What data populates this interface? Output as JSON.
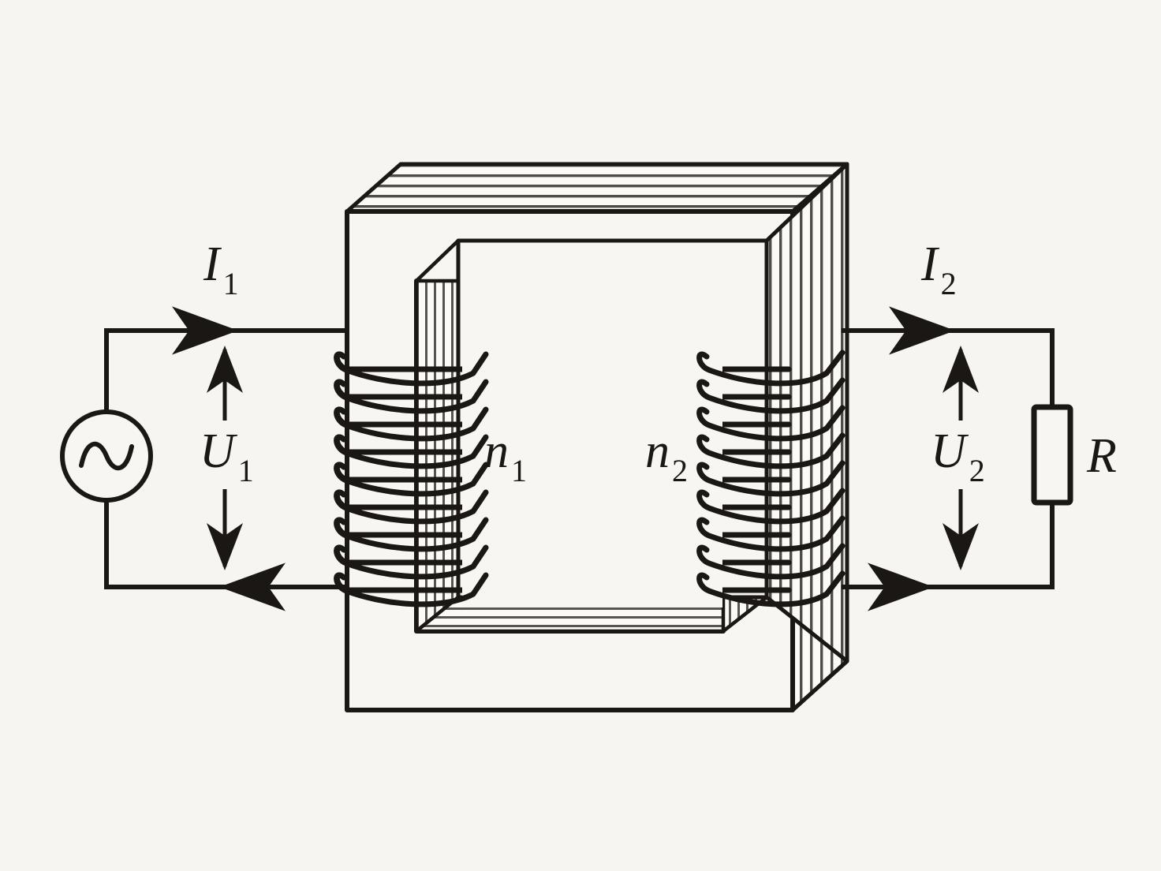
{
  "diagram": {
    "title": "Transformer circuit diagram",
    "kind": "hand-drawn physics circuit schematic",
    "background_color": "#f6f5f1",
    "ink_color": "#1a1715"
  },
  "labels": {
    "primary_current": {
      "symbol": "I",
      "subscript": "1",
      "text": "I1"
    },
    "primary_voltage": {
      "symbol": "U",
      "subscript": "1",
      "text": "U1"
    },
    "primary_turns": {
      "symbol": "n",
      "subscript": "1",
      "text": "n1"
    },
    "secondary_turns": {
      "symbol": "n",
      "subscript": "2",
      "text": "n2"
    },
    "secondary_current": {
      "symbol": "I",
      "subscript": "2",
      "text": "I2"
    },
    "secondary_voltage": {
      "symbol": "U",
      "subscript": "2",
      "text": "U2"
    },
    "load_resistor": {
      "symbol": "R",
      "subscript": "",
      "text": "R"
    }
  },
  "components": {
    "ac_source": {
      "name": "ac-voltage-source",
      "glyph": "sine-wave-in-circle"
    },
    "resistor": {
      "name": "load-resistor",
      "glyph": "rectangle"
    },
    "core": {
      "name": "laminated-iron-core",
      "glyph": "3d-rectangular-ring"
    },
    "primary_coil": {
      "name": "primary-winding",
      "turns_drawn": 9
    },
    "secondary_coil": {
      "name": "secondary-winding",
      "turns_drawn": 9
    }
  },
  "arrows": {
    "current_primary_direction": "right",
    "current_primary_return_direction": "left",
    "voltage_primary_direction": "double-headed-vertical",
    "current_secondary_direction": "right",
    "current_secondary_return_direction": "right",
    "voltage_secondary_direction": "double-headed-vertical"
  }
}
